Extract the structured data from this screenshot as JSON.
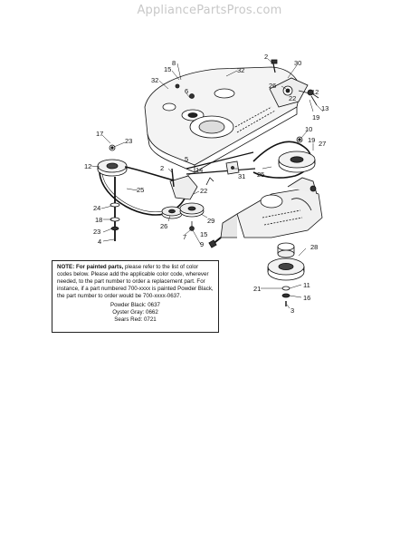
{
  "watermark": "AppliancePartsPros.com",
  "note": {
    "label": "NOTE:",
    "bold_text": "For painted parts,",
    "body": " please refer to the list of color codes below. Please add the applicable color code, wherever needed, to the part number to order a replacement part. For instance, if a part numbered 700-xxxx is painted Powder Black, the part number to order would be 700-xxxx-0637.",
    "codes": [
      "Powder Black: 0637",
      "Oyster Gray: 0662",
      "Sears Red: 0721"
    ]
  },
  "callouts": [
    {
      "id": "8",
      "text": "8"
    },
    {
      "id": "15a",
      "text": "15"
    },
    {
      "id": "32a",
      "text": "32"
    },
    {
      "id": "32b",
      "text": "32"
    },
    {
      "id": "6",
      "text": "6"
    },
    {
      "id": "19",
      "text": "19"
    },
    {
      "id": "2a",
      "text": "2"
    },
    {
      "id": "30",
      "text": "30"
    },
    {
      "id": "26a",
      "text": "26"
    },
    {
      "id": "22a",
      "text": "22"
    },
    {
      "id": "12a",
      "text": "12"
    },
    {
      "id": "13",
      "text": "13"
    },
    {
      "id": "10",
      "text": "10"
    },
    {
      "id": "19b",
      "text": "19"
    },
    {
      "id": "27",
      "text": "27"
    },
    {
      "id": "17",
      "text": "17"
    },
    {
      "id": "23a",
      "text": "23"
    },
    {
      "id": "5",
      "text": "5"
    },
    {
      "id": "12b",
      "text": "12"
    },
    {
      "id": "2b",
      "text": "2"
    },
    {
      "id": "14",
      "text": "14"
    },
    {
      "id": "25a",
      "text": "25"
    },
    {
      "id": "31",
      "text": "31"
    },
    {
      "id": "25b",
      "text": "25"
    },
    {
      "id": "22b",
      "text": "22"
    },
    {
      "id": "24",
      "text": "24"
    },
    {
      "id": "18",
      "text": "18"
    },
    {
      "id": "26b",
      "text": "26"
    },
    {
      "id": "29",
      "text": "29"
    },
    {
      "id": "23b",
      "text": "23"
    },
    {
      "id": "7",
      "text": "7"
    },
    {
      "id": "15b",
      "text": "15"
    },
    {
      "id": "4",
      "text": "4"
    },
    {
      "id": "9",
      "text": "9"
    },
    {
      "id": "28",
      "text": "28"
    },
    {
      "id": "21",
      "text": "21"
    },
    {
      "id": "11",
      "text": "11"
    },
    {
      "id": "16",
      "text": "16"
    },
    {
      "id": "3",
      "text": "3"
    }
  ]
}
